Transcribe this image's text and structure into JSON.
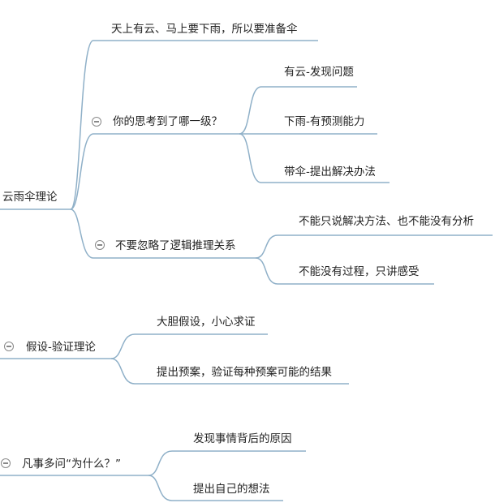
{
  "colors": {
    "link": "#8fb0c8",
    "text": "#222222",
    "collapse": "#888888"
  },
  "topics": [
    {
      "label": "云雨伞理论",
      "children": [
        {
          "label": "天上有云、马上要下雨，所以要准备伞",
          "children": []
        },
        {
          "label": "你的思考到了哪一级？",
          "collapsed": false,
          "children": [
            {
              "label": "有云-发现问题"
            },
            {
              "label": "下雨-有预测能力"
            },
            {
              "label": "带伞-提出解决办法"
            }
          ]
        },
        {
          "label": "不要忽略了逻辑推理关系",
          "collapsed": false,
          "children": [
            {
              "label": "不能只说解决方法、也不能没有分析"
            },
            {
              "label": "不能没有过程，只讲感受"
            }
          ]
        }
      ]
    },
    {
      "label": "假设-验证理论",
      "collapsed": false,
      "children": [
        {
          "label": "大胆假设，小心求证"
        },
        {
          "label": "提出预案，验证每种预案可能的结果"
        }
      ]
    },
    {
      "label": "凡事多问“为什么？”",
      "collapsed": false,
      "children": [
        {
          "label": "发现事情背后的原因"
        },
        {
          "label": "提出自己的想法"
        }
      ]
    }
  ]
}
